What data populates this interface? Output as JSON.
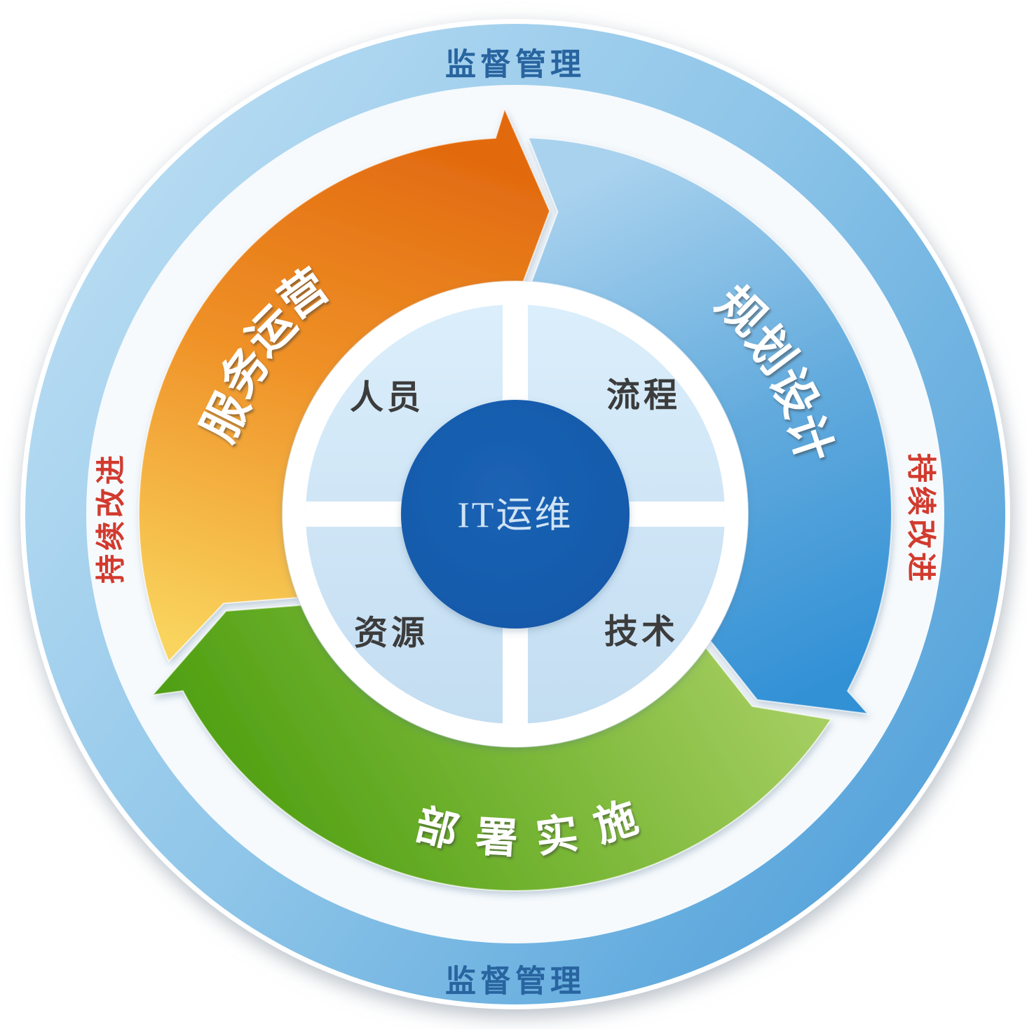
{
  "diagram": {
    "outer_ring": {
      "top_label": "监督管理",
      "bottom_label": "监督管理",
      "label_color": "#28649f",
      "gradient": [
        "#bedff4",
        "#8cc4e8",
        "#4d9ed9"
      ]
    },
    "improvement_ring": {
      "left_label": "持续改进",
      "right_label": "持续改进",
      "label_color": "#d23a2e",
      "fill": "#f6fafd"
    },
    "cycle_arcs": [
      {
        "id": "service-operations",
        "label": "服务运营",
        "label_color": "#ffffff",
        "gradient": [
          "#e26b10",
          "#ef9127",
          "#f9d55e"
        ]
      },
      {
        "id": "planning-design",
        "label": "规划设计",
        "label_color": "#ffffff",
        "gradient": [
          "#a9d2ee",
          "#63abdd",
          "#3190d5"
        ]
      },
      {
        "id": "deployment-implementation",
        "label": "部署实施",
        "label_color": "#ffffff",
        "gradient": [
          "#b0d36c",
          "#7fba3c",
          "#4f9f12"
        ]
      }
    ],
    "quadrants": {
      "top_left": "人员",
      "top_right": "流程",
      "bottom_left": "资源",
      "bottom_right": "技术",
      "label_color": "#3c3c3c",
      "gradient": [
        "#dbeefb",
        "#c3ddf1"
      ],
      "divider_color": "#ffffff"
    },
    "core": {
      "label": "IT运维",
      "circle_color": "#1457a8",
      "label_color": "#cfe3f5"
    },
    "rim_color": "#ffffff"
  }
}
